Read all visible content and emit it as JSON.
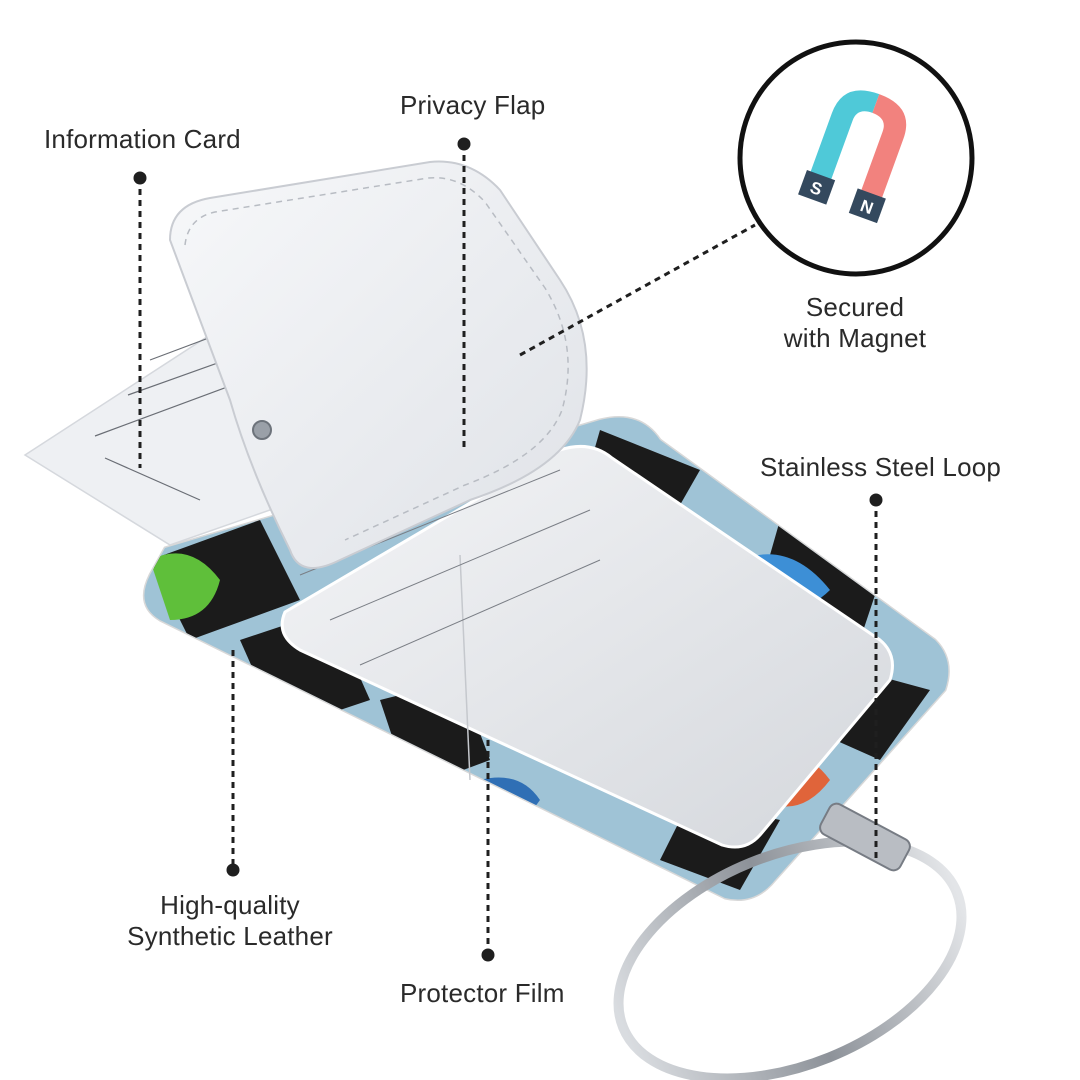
{
  "callouts": {
    "information_card": "Information Card",
    "privacy_flap": "Privacy Flap",
    "magnet_line1": "Secured",
    "magnet_line2": "with Magnet",
    "steel_loop": "Stainless Steel Loop",
    "leather_line1": "High-quality",
    "leather_line2": "Synthetic Leather",
    "protector_film": "Protector Film"
  },
  "magnet": {
    "pole_s": "S",
    "pole_n": "N",
    "color_s": "#4fc9d8",
    "color_n": "#f2827e"
  },
  "colors": {
    "leather_white": "#eef0f3",
    "graffiti_black": "#1b1b1b",
    "graffiti_blue": "#9fc3d6",
    "lip_red": "#c42222"
  }
}
